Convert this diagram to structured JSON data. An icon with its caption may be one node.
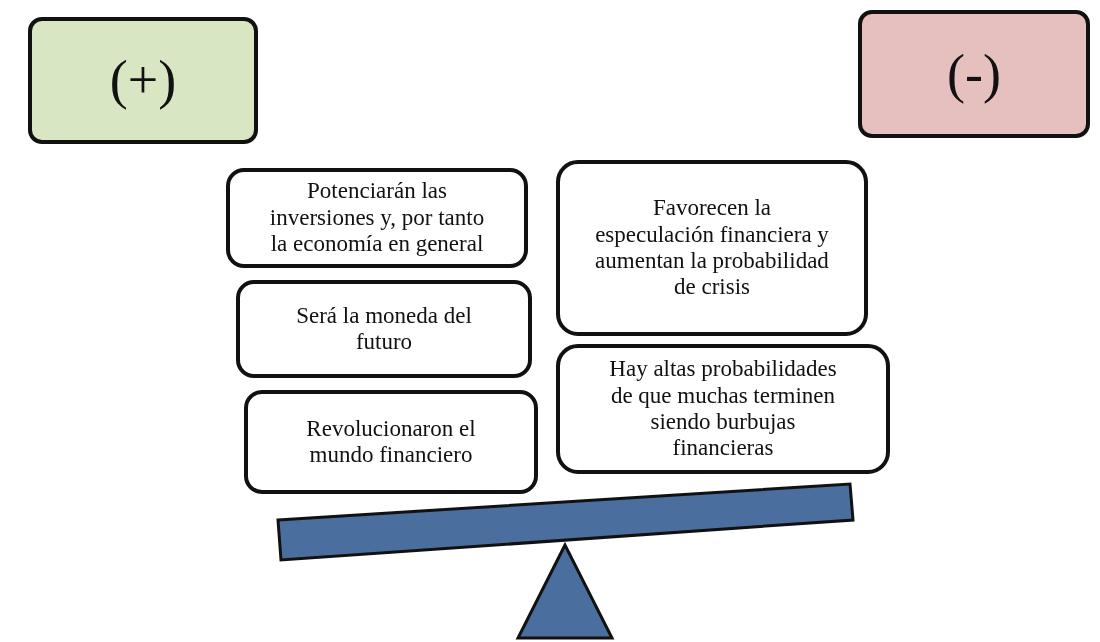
{
  "diagram": {
    "nodes": [
      {
        "text": [
          "(+)"
        ]
      },
      {
        "text": [
          "(-)"
        ]
      },
      {
        "text": [
          "Potenciarán las inversiones y, por tanto la economía en general"
        ]
      },
      {
        "text": [
          "Será la moneda del futuro"
        ]
      },
      {
        "text": [
          "Revolucionaron el mundo financiero"
        ]
      },
      {
        "text": [
          "Favorecen la especulación financiera y aumentan la probabilidad de crisis"
        ]
      },
      {
        "text": [
          "Hay altas probabilidades de que muchas terminen siendo burbujas financieras"
        ]
      }
    ]
  }
}
